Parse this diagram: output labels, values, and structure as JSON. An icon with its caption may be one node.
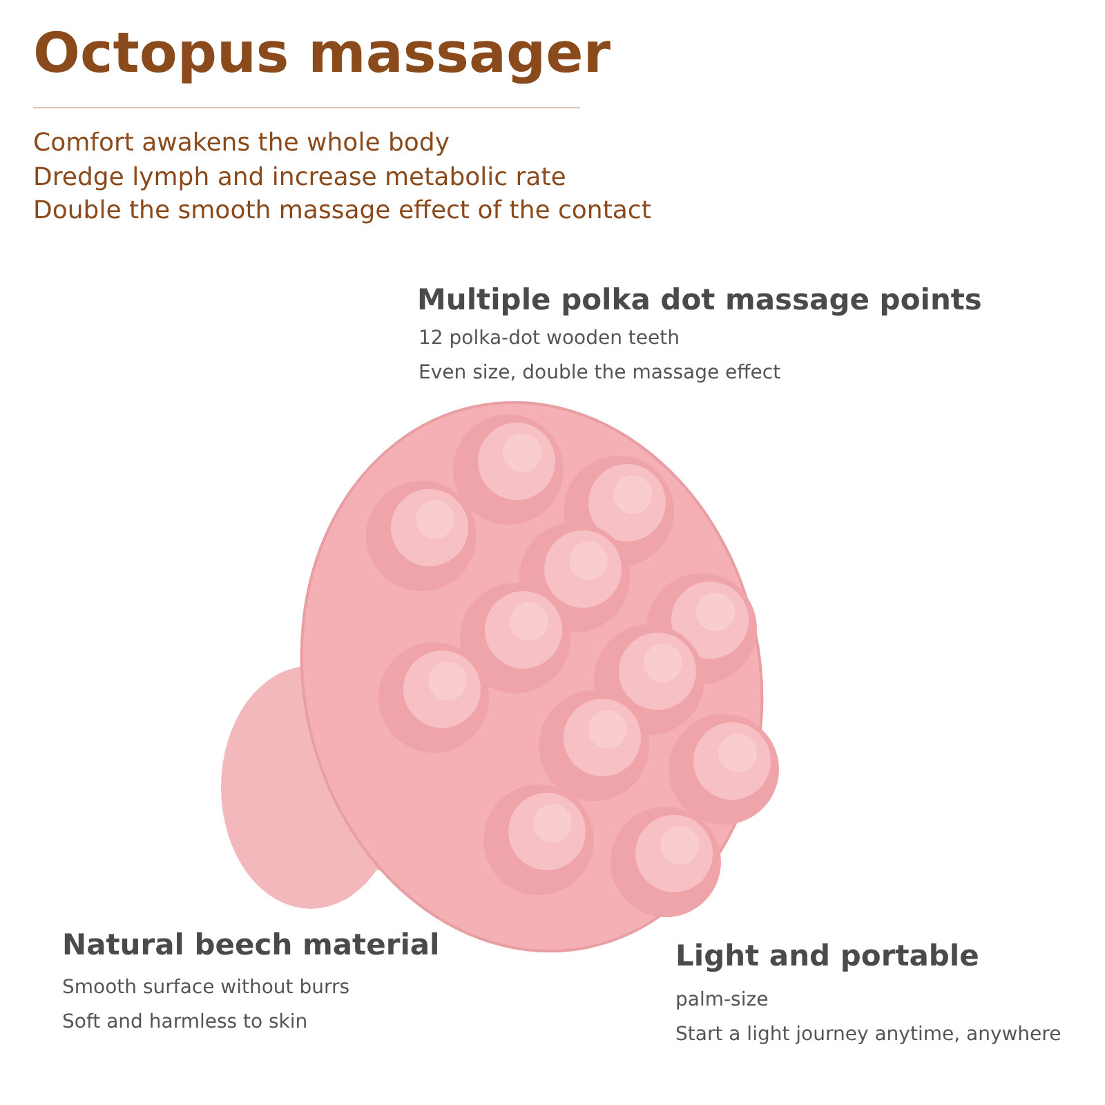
{
  "diagram": {
    "title": "Octopus massager",
    "labels": [
      "Comfort awakens the whole body",
      "Dredge lymph and increase metabolic rate",
      "Double the smooth massage effect of the contact",
      "Multiple polka dot massage points",
      "12 polka-dot wooden teeth",
      "Even size, double the massage effect",
      "Natural beech material",
      "Smooth surface without burrs",
      "Soft and harmless to skin",
      "Light and portable",
      "palm-size",
      "Start a light journey anytime, anywhere"
    ]
  }
}
